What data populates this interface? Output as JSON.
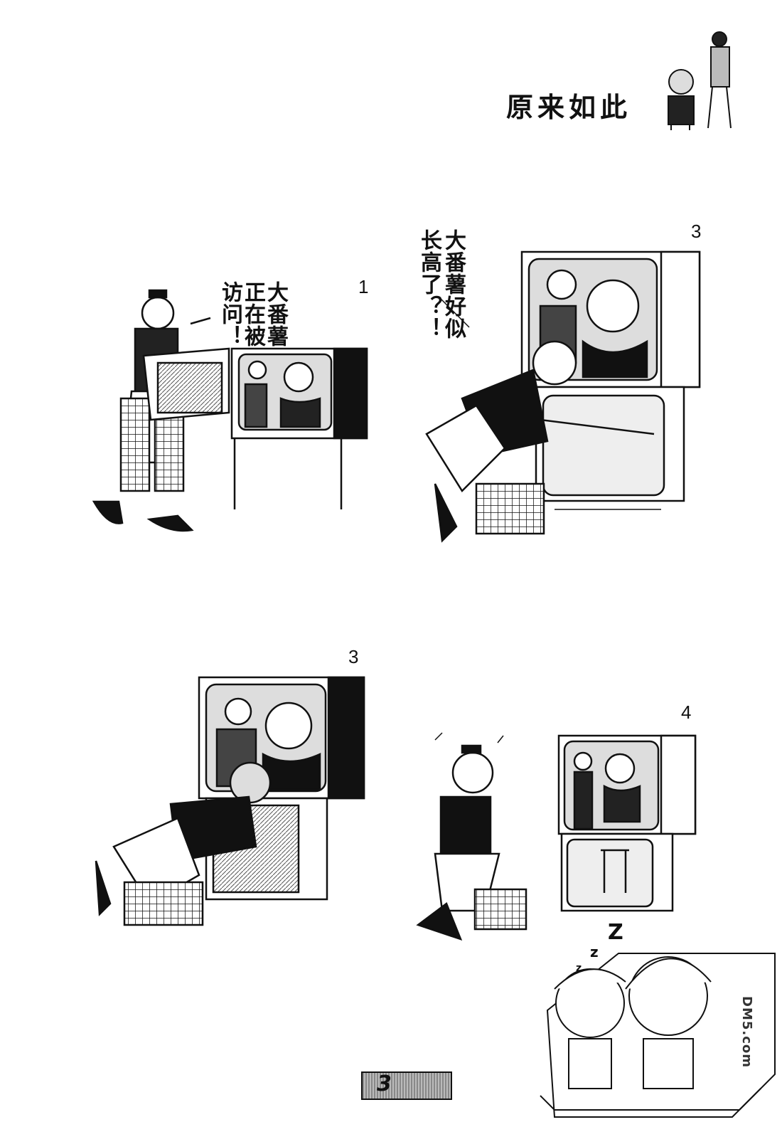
{
  "title": "原来如此",
  "panels": [
    {
      "number": "1",
      "speech": [
        "大番薯",
        "正在被",
        "访问！"
      ]
    },
    {
      "number": "3",
      "speech": [
        "大番薯好似",
        "长高了？！"
      ]
    },
    {
      "number": "3",
      "speech": []
    },
    {
      "number": "4",
      "speech": []
    }
  ],
  "page_number": "3",
  "watermark": "DM5.com",
  "colors": {
    "ink": "#111111",
    "paper": "#ffffff",
    "screen_gray": "#cfcfcf"
  }
}
